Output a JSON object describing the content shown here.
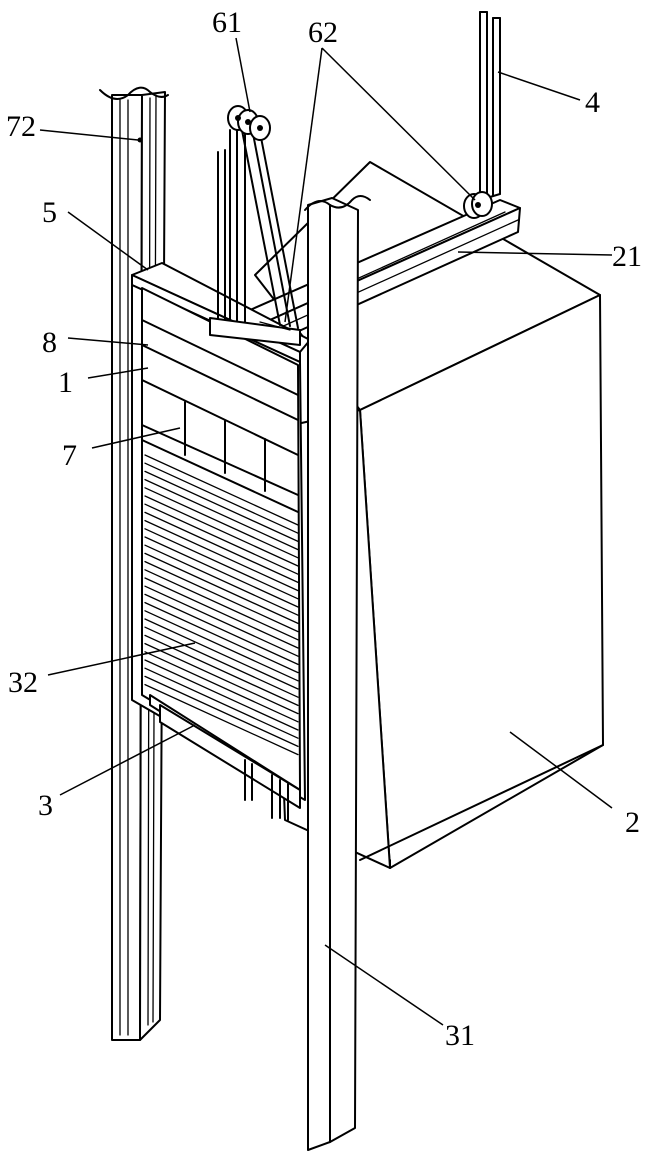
{
  "labels": {
    "l61": "61",
    "l62": "62",
    "l4": "4",
    "l72": "72",
    "l5": "5",
    "l21": "21",
    "l8": "8",
    "l1": "1",
    "l7": "7",
    "l32": "32",
    "l3": "3",
    "l2": "2",
    "l31": "31"
  }
}
